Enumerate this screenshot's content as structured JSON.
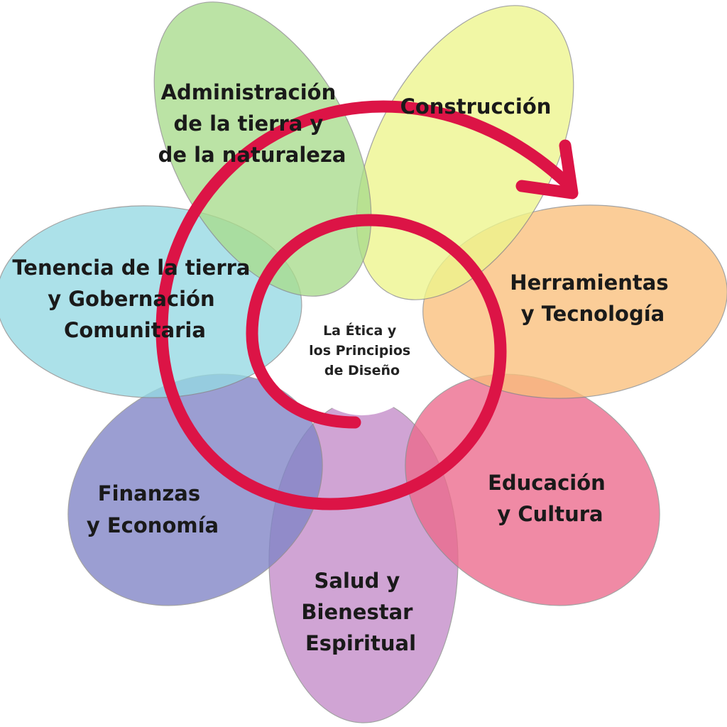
{
  "diagram": {
    "center": {
      "lines": [
        "La Ética y",
        "los Principios",
        "de Diseño"
      ]
    },
    "petals": [
      {
        "id": "tierra-naturaleza",
        "color": "#a9dc8c",
        "lines": [
          "Administración",
          "de la tierra y",
          "de la naturaleza"
        ]
      },
      {
        "id": "construccion",
        "color": "#eef58c",
        "lines": [
          "Construcción"
        ]
      },
      {
        "id": "herramientas",
        "color": "#fac07c",
        "lines": [
          "Herramientas",
          "y Tecnología"
        ]
      },
      {
        "id": "educacion",
        "color": "#ec6a8c",
        "lines": [
          "Educación",
          "y Cultura"
        ]
      },
      {
        "id": "salud",
        "color": "#c48bc9",
        "lines": [
          "Salud y",
          "Bienestar",
          "Espiritual"
        ]
      },
      {
        "id": "finanzas",
        "color": "#8084c6",
        "lines": [
          "Finanzas",
          "y Economía"
        ]
      },
      {
        "id": "tenencia",
        "color": "#95d9e3",
        "lines": [
          "Tenencia de la tierra",
          "y Gobernación",
          "Comunitaria"
        ]
      }
    ],
    "colors": {
      "spiral": "#dc1446",
      "outline": "#8a8a8a"
    }
  }
}
